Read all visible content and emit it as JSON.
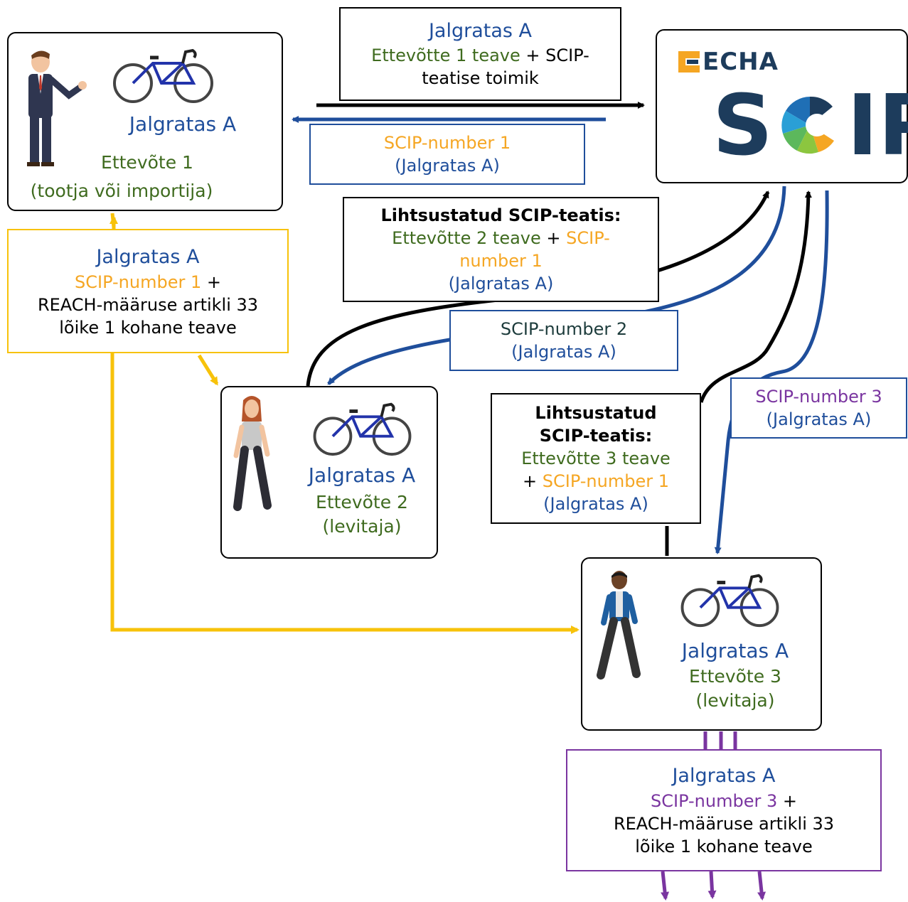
{
  "colors": {
    "blue": "#1f4e9b",
    "green": "#3f6b1f",
    "orange": "#f5a623",
    "yellow_line": "#f7c20a",
    "purple": "#7a35a0",
    "black": "#000000"
  },
  "company1": {
    "bike": "Jalgratas A",
    "name": "Ettevõte 1",
    "role": "(tootja või importija)",
    "icons": [
      "businessman-icon",
      "bicycle-icon"
    ]
  },
  "company2": {
    "bike": "Jalgratas A",
    "name": "Ettevõte 2",
    "role": "(levitaja)",
    "icons": [
      "woman-walking-icon",
      "bicycle-icon"
    ]
  },
  "company3": {
    "bike": "Jalgratas A",
    "name": "Ettevõte 3",
    "role": "(levitaja)",
    "icons": [
      "man-walking-icon",
      "bicycle-icon"
    ]
  },
  "echa": {
    "logo_text": "ECHA",
    "scip_text_left": "S",
    "scip_text_right": "IP"
  },
  "notification1": {
    "title": "Jalgratas A",
    "company_info": "Ettevõtte 1 teave",
    "plus": " + SCIP-",
    "rest": "teatise toimik"
  },
  "scip1": {
    "number": "SCIP-number 1",
    "article": "(Jalgratas A)"
  },
  "simplified2": {
    "title": "Lihtsustatud SCIP-teatis:",
    "company_info": "Ettevõtte 2 teave",
    "plus": " + ",
    "scip_a": "SCIP-",
    "scip_b": "number 1",
    "article": "(Jalgratas A)"
  },
  "scip2": {
    "number": "SCIP-number 2",
    "article": "(Jalgratas A)"
  },
  "supply1": {
    "title": "Jalgratas A",
    "scip": "SCIP-number 1",
    "plus": " +",
    "line1": "REACH-määruse artikli 33",
    "line2": "lõike 1 kohane teave"
  },
  "simplified3": {
    "title_line1": "Lihtsustatud",
    "title_line2": "SCIP-teatis:",
    "company_info": "Ettevõtte 3 teave",
    "plus": "+ ",
    "scip": "SCIP-number 1",
    "article": "(Jalgratas A)"
  },
  "scip3": {
    "number": "SCIP-number 3",
    "article": "(Jalgratas A)"
  },
  "supply3": {
    "title": "Jalgratas A",
    "scip": "SCIP-number 3",
    "plus": " +",
    "line1": "REACH-määruse artikli 33",
    "line2": "lõike 1 kohane teave"
  }
}
